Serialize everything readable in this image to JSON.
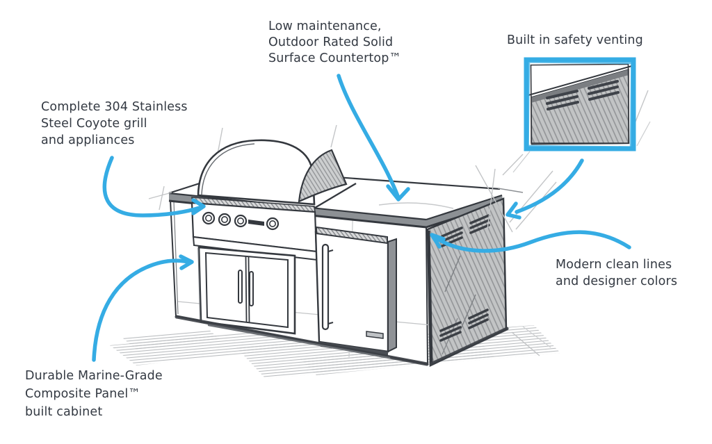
{
  "colors": {
    "accent_blue": "#35ace4",
    "ink": "#34383e",
    "panel_gray": "#c2c4c5",
    "pencil_light": "#c3c5c7"
  },
  "callouts": {
    "countertop": {
      "text": "Low maintenance,\nOutdoor Rated Solid\nSurface Countertop™"
    },
    "venting": {
      "text": "Built in safety venting"
    },
    "grill": {
      "text": "Complete 304 Stainless\nSteel Coyote grill\nand appliances"
    },
    "panel": {
      "text": "Modern clean lines\nand designer colors"
    },
    "cabinet": {
      "text": "Durable Marine-Grade\nComposite Panel™\nbuilt cabinet"
    }
  },
  "icons": {
    "arrows": [
      "arrow-countertop",
      "arrow-venting-inset",
      "arrow-grill",
      "arrow-panel",
      "arrow-cabinet"
    ],
    "inset": "venting-detail-inset"
  }
}
